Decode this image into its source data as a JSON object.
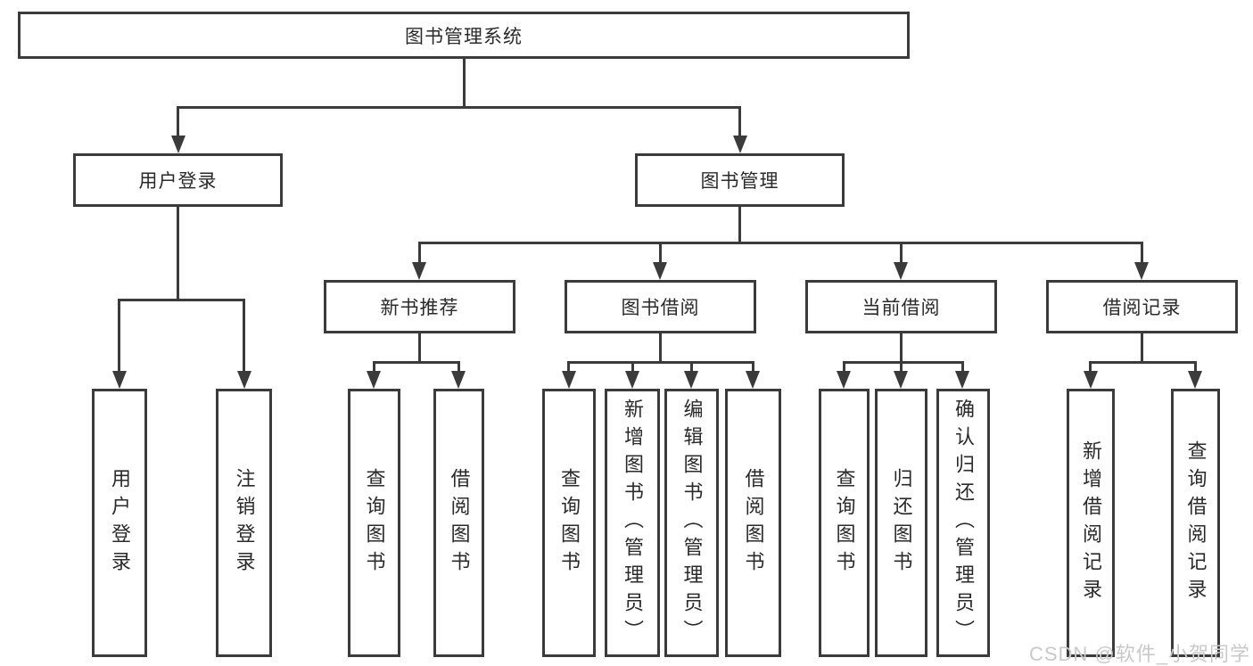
{
  "tree": {
    "label": "图书管理系统",
    "children": [
      {
        "label": "用户登录",
        "children": [
          {
            "label": "用户登录"
          },
          {
            "label": "注销登录"
          }
        ]
      },
      {
        "label": "图书管理",
        "children": [
          {
            "label": "新书推荐",
            "children": [
              {
                "label": "查询图书"
              },
              {
                "label": "借阅图书"
              }
            ]
          },
          {
            "label": "图书借阅",
            "children": [
              {
                "label": "查询图书"
              },
              {
                "label": "新增图书（管理员）"
              },
              {
                "label": "编辑图书（管理员）"
              },
              {
                "label": "借阅图书"
              }
            ]
          },
          {
            "label": "当前借阅",
            "children": [
              {
                "label": "查询图书"
              },
              {
                "label": "归还图书"
              },
              {
                "label": "确认归还（管理员）"
              }
            ]
          },
          {
            "label": "借阅记录",
            "children": [
              {
                "label": "新增借阅记录"
              },
              {
                "label": "查询借阅记录"
              }
            ]
          }
        ]
      }
    ]
  },
  "watermark": {
    "text": "CSDN @软件_小贺同学"
  },
  "colors": {
    "line": "#3b3b3b",
    "text": "#2a2a2a",
    "watermark": "#c9c9c9",
    "background": "#ffffff"
  }
}
